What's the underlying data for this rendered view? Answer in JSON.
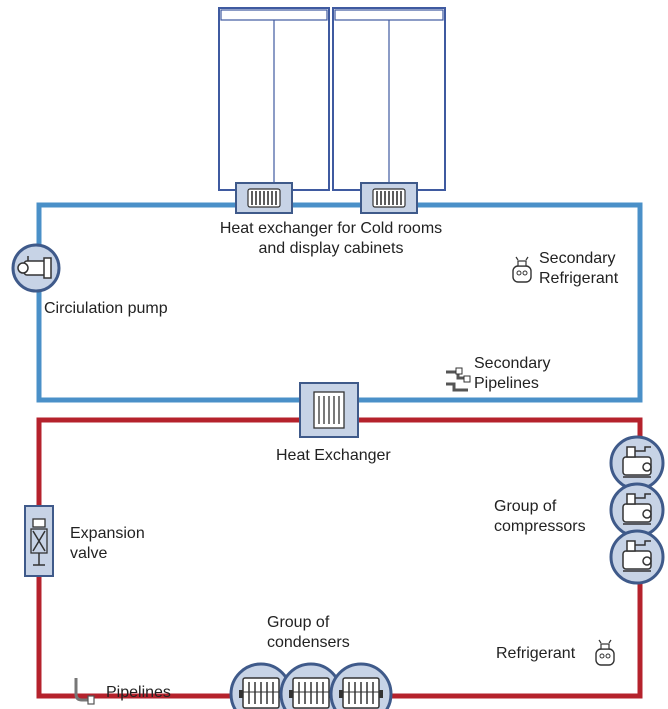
{
  "labels": {
    "heat_exchanger_cold_rooms_line1": "Heat exchanger for Cold rooms",
    "heat_exchanger_cold_rooms_line2": "and display cabinets",
    "circulation_pump": "Circiulation pump",
    "secondary_refrigerant_line1": "Secondary",
    "secondary_refrigerant_line2": "Refrigerant",
    "secondary_pipelines_line1": "Secondary",
    "secondary_pipelines_line2": "Pipelines",
    "heat_exchanger": "Heat Exchanger",
    "expansion_valve_line1": "Expansion",
    "expansion_valve_line2": "valve",
    "group_of_compressors_line1": "Group of",
    "group_of_compressors_line2": "compressors",
    "group_of_condensers_line1": "Group of",
    "group_of_condensers_line2": "condensers",
    "refrigerant": "Refrigerant",
    "pipelines": "Pipelines"
  },
  "colors": {
    "secondary_loop": "#4a90c8",
    "primary_loop": "#b5222c",
    "component_fill": "#c7d3e6",
    "component_stroke": "#3f5a8a",
    "cabinet_stroke": "#3f5aa0"
  },
  "icons": {
    "cabinets": "display-cabinet-icon",
    "cabinet_coil": "radiator-coil-icon",
    "pump": "circulation-pump-icon",
    "refrigerant_bottle": "refrigerant-cylinder-icon",
    "pipes": "pipe-fitting-icon",
    "plate_exchanger": "plate-heat-exchanger-icon",
    "valve": "expansion-valve-icon",
    "compressor": "compressor-icon",
    "condenser": "condenser-icon"
  }
}
